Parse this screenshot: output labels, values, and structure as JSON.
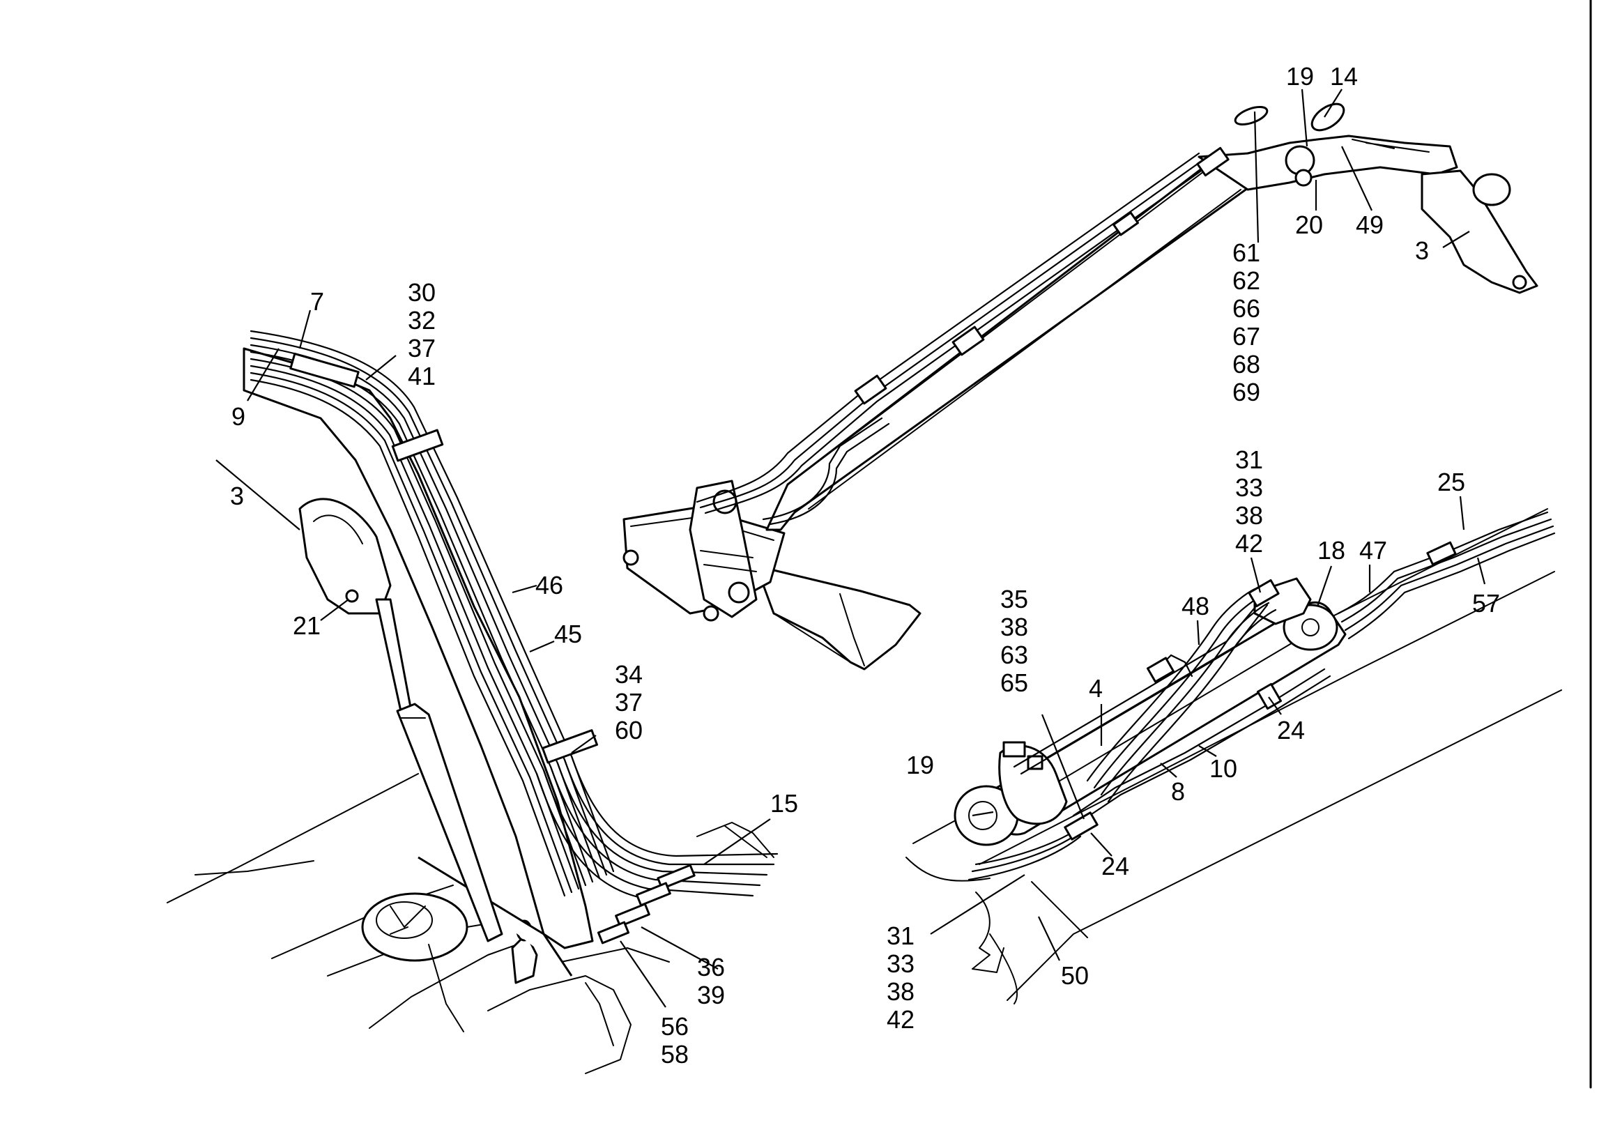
{
  "views": {
    "upper_right_boom": {
      "labels": [
        {
          "id": "a",
          "text": "19"
        },
        {
          "id": "b",
          "text": "14"
        },
        {
          "id": "c",
          "text": "20"
        },
        {
          "id": "d",
          "text": "49"
        },
        {
          "id": "e",
          "text": "3"
        },
        {
          "id": "g1",
          "text": "61"
        },
        {
          "id": "g2",
          "text": "62"
        },
        {
          "id": "g3",
          "text": "66"
        },
        {
          "id": "g4",
          "text": "67"
        },
        {
          "id": "g5",
          "text": "68"
        },
        {
          "id": "g6",
          "text": "69"
        }
      ]
    },
    "left_boom": {
      "labels": [
        {
          "id": "a",
          "text": "7"
        },
        {
          "id": "b",
          "text": "9"
        },
        {
          "id": "c1",
          "text": "30"
        },
        {
          "id": "c2",
          "text": "32"
        },
        {
          "id": "c3",
          "text": "37"
        },
        {
          "id": "c4",
          "text": "41"
        },
        {
          "id": "d",
          "text": "3"
        },
        {
          "id": "e",
          "text": "21"
        },
        {
          "id": "f",
          "text": "46"
        },
        {
          "id": "g",
          "text": "45"
        },
        {
          "id": "h1",
          "text": "34"
        },
        {
          "id": "h2",
          "text": "37"
        },
        {
          "id": "h3",
          "text": "60"
        },
        {
          "id": "i",
          "text": "15"
        },
        {
          "id": "j1",
          "text": "36"
        },
        {
          "id": "j2",
          "text": "39"
        },
        {
          "id": "k1",
          "text": "56"
        },
        {
          "id": "k2",
          "text": "58"
        }
      ]
    },
    "lower_right_detail": {
      "labels": [
        {
          "id": "a1",
          "text": "31"
        },
        {
          "id": "a2",
          "text": "33"
        },
        {
          "id": "a3",
          "text": "38"
        },
        {
          "id": "a4",
          "text": "42"
        },
        {
          "id": "b",
          "text": "25"
        },
        {
          "id": "c",
          "text": "18"
        },
        {
          "id": "d",
          "text": "47"
        },
        {
          "id": "e",
          "text": "57"
        },
        {
          "id": "f",
          "text": "48"
        },
        {
          "id": "g1",
          "text": "35"
        },
        {
          "id": "g2",
          "text": "38"
        },
        {
          "id": "g3",
          "text": "63"
        },
        {
          "id": "g4",
          "text": "65"
        },
        {
          "id": "h",
          "text": "4"
        },
        {
          "id": "i",
          "text": "24"
        },
        {
          "id": "j",
          "text": "10"
        },
        {
          "id": "k",
          "text": "8"
        },
        {
          "id": "l",
          "text": "19"
        },
        {
          "id": "m",
          "text": "24"
        },
        {
          "id": "n1",
          "text": "31"
        },
        {
          "id": "n2",
          "text": "33"
        },
        {
          "id": "n3",
          "text": "38"
        },
        {
          "id": "n4",
          "text": "42"
        },
        {
          "id": "o",
          "text": "50"
        }
      ]
    }
  }
}
